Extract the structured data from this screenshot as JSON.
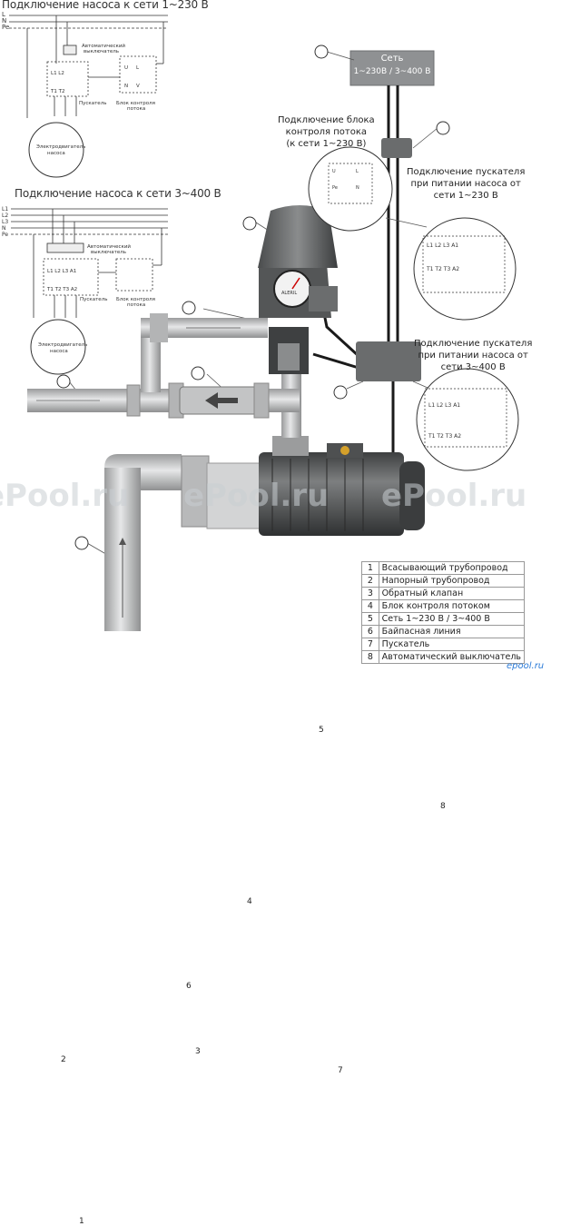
{
  "diagram": {
    "heading_1ph": "Подключение насоса к сети 1~230 В",
    "heading_3ph": "Подключение насоса к сети 3~400 В",
    "note_flow_block": "Подключение блока\nконтроля потока\n(к сети 1~230 В)",
    "note_starter_1ph": "Подключение пускателя\nпри питании насоса от\nсети 1~230 В",
    "note_starter_3ph": "Подключение пускателя\nпри питании насоса от\nсети 3~400 В",
    "mains_box": {
      "line1": "Сеть",
      "line2": "1~230В / 3~400 В"
    },
    "schematic_labels": {
      "breaker": "Автоматический\nвыключатель",
      "starter": "Пускатель",
      "control_block": "Блок контроля\nпотока",
      "motor": "Электродвигатель\nнасоса"
    },
    "gauge_brand": "ALERIL",
    "callouts": [
      "1",
      "2",
      "3",
      "4",
      "5",
      "6",
      "7",
      "8"
    ],
    "watermark": "ePool.ru"
  },
  "legend": [
    {
      "num": "1",
      "text": "Всасывающий трубопровод"
    },
    {
      "num": "2",
      "text": "Напорный трубопровод"
    },
    {
      "num": "3",
      "text": "Обратный клапан"
    },
    {
      "num": "4",
      "text": "Блок контроля потоком"
    },
    {
      "num": "5",
      "text": "Сеть 1~230 В / 3~400 В"
    },
    {
      "num": "6",
      "text": "Байпасная линия"
    },
    {
      "num": "7",
      "text": "Пускатель"
    },
    {
      "num": "8",
      "text": "Автоматический выключатель"
    }
  ],
  "credit": "epool.ru",
  "colors": {
    "pipe": "#c9cacb",
    "pipe_dark": "#8e9091",
    "body": "#5e6061",
    "cable": "#1a1a1a"
  }
}
